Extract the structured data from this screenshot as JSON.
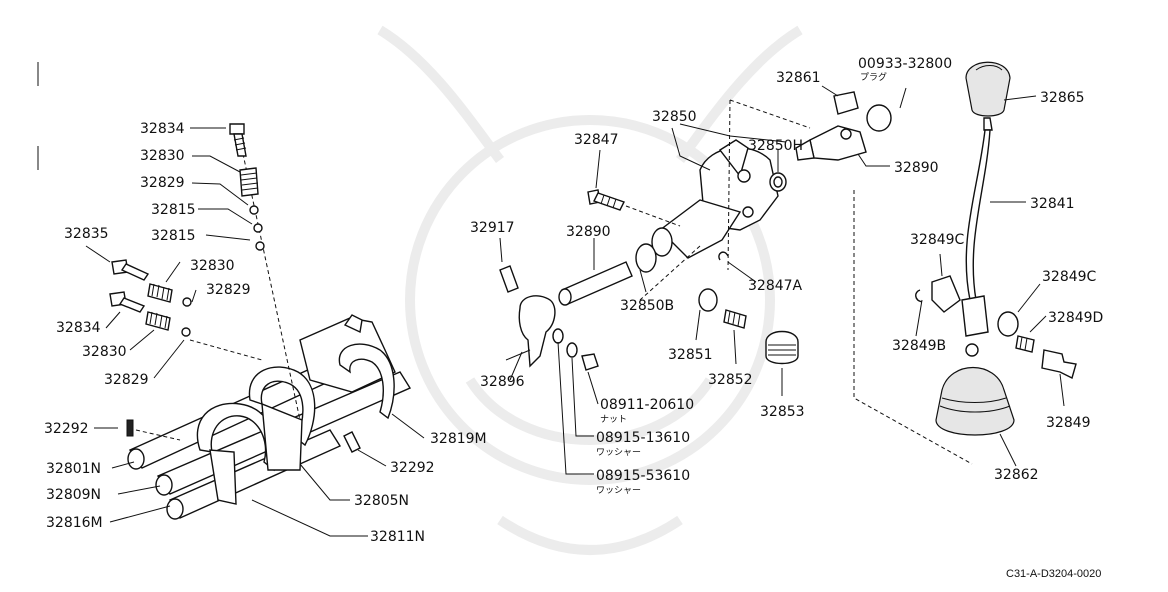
{
  "parts": [
    {
      "id": "p32834a",
      "number": "32834"
    },
    {
      "id": "p32830a",
      "number": "32830"
    },
    {
      "id": "p32829a",
      "number": "32829"
    },
    {
      "id": "p32815a",
      "number": "32815"
    },
    {
      "id": "p32815b",
      "number": "32815"
    },
    {
      "id": "p32835",
      "number": "32835"
    },
    {
      "id": "p32830b",
      "number": "32830"
    },
    {
      "id": "p32829b",
      "number": "32829"
    },
    {
      "id": "p32834b",
      "number": "32834"
    },
    {
      "id": "p32830c",
      "number": "32830"
    },
    {
      "id": "p32829c",
      "number": "32829"
    },
    {
      "id": "p32292a",
      "number": "32292"
    },
    {
      "id": "p32801N",
      "number": "32801N"
    },
    {
      "id": "p32809N",
      "number": "32809N"
    },
    {
      "id": "p32816M",
      "number": "32816M"
    },
    {
      "id": "p32811N",
      "number": "32811N"
    },
    {
      "id": "p32805N",
      "number": "32805N"
    },
    {
      "id": "p32292b",
      "number": "32292"
    },
    {
      "id": "p32819M",
      "number": "32819M"
    },
    {
      "id": "p32917",
      "number": "32917"
    },
    {
      "id": "p32896",
      "number": "32896"
    },
    {
      "id": "p32847",
      "number": "32847"
    },
    {
      "id": "p32890a",
      "number": "32890"
    },
    {
      "id": "p32850",
      "number": "32850"
    },
    {
      "id": "p32850B",
      "number": "32850B"
    },
    {
      "id": "p32850H",
      "number": "32850H"
    },
    {
      "id": "p32847A",
      "number": "32847A"
    },
    {
      "id": "p32851",
      "number": "32851"
    },
    {
      "id": "p32852",
      "number": "32852"
    },
    {
      "id": "p32853",
      "number": "32853"
    },
    {
      "id": "p08911",
      "number": "08911-20610",
      "note": "ナット"
    },
    {
      "id": "p08915a",
      "number": "08915-13610",
      "note": "ワッシャー"
    },
    {
      "id": "p08915b",
      "number": "08915-53610",
      "note": "ワッシャー"
    },
    {
      "id": "p32861",
      "number": "32861"
    },
    {
      "id": "p00933",
      "number": "00933-32800",
      "note": "プラグ"
    },
    {
      "id": "p32890b",
      "number": "32890"
    },
    {
      "id": "p32865",
      "number": "32865"
    },
    {
      "id": "p32841",
      "number": "32841"
    },
    {
      "id": "p32849C",
      "number": "32849C"
    },
    {
      "id": "p32849Cb",
      "number": "32849C"
    },
    {
      "id": "p32849B",
      "number": "32849B"
    },
    {
      "id": "p32849D",
      "number": "32849D"
    },
    {
      "id": "p32849",
      "number": "32849"
    },
    {
      "id": "p32862",
      "number": "32862"
    }
  ],
  "drawing_code": "C31-A-D3204-0020"
}
